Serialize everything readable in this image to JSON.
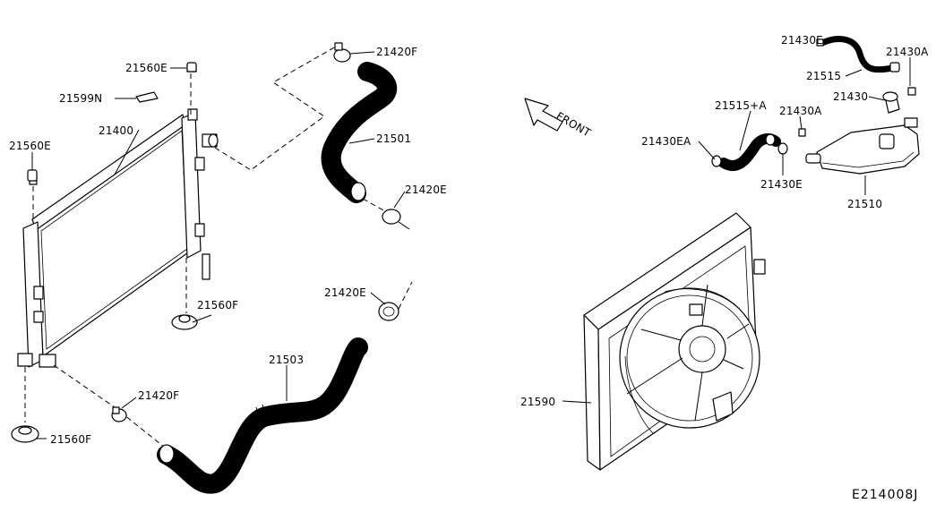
{
  "diagram": {
    "code": "E214008J",
    "direction_label": "FRONT",
    "callouts": {
      "c21560E_top": "21560E",
      "c21599N": "21599N",
      "c21400": "21400",
      "c21560E_left": "21560E",
      "c21560F_mid": "21560F",
      "c21560F_bottom": "21560F",
      "c21420F_top": "21420F",
      "c21501": "21501",
      "c21420E_upper": "21420E",
      "c21420E_lower": "21420E",
      "c21503": "21503",
      "c21420F_bottom": "21420F",
      "c21430E_top": "21430E",
      "c21430A_right": "21430A",
      "c21515": "21515",
      "c21430": "21430",
      "c21515A": "21515+A",
      "c21430A_mid": "21430A",
      "c21430EA": "21430EA",
      "c21430E_mid": "21430E",
      "c21510": "21510",
      "c21590": "21590"
    }
  }
}
